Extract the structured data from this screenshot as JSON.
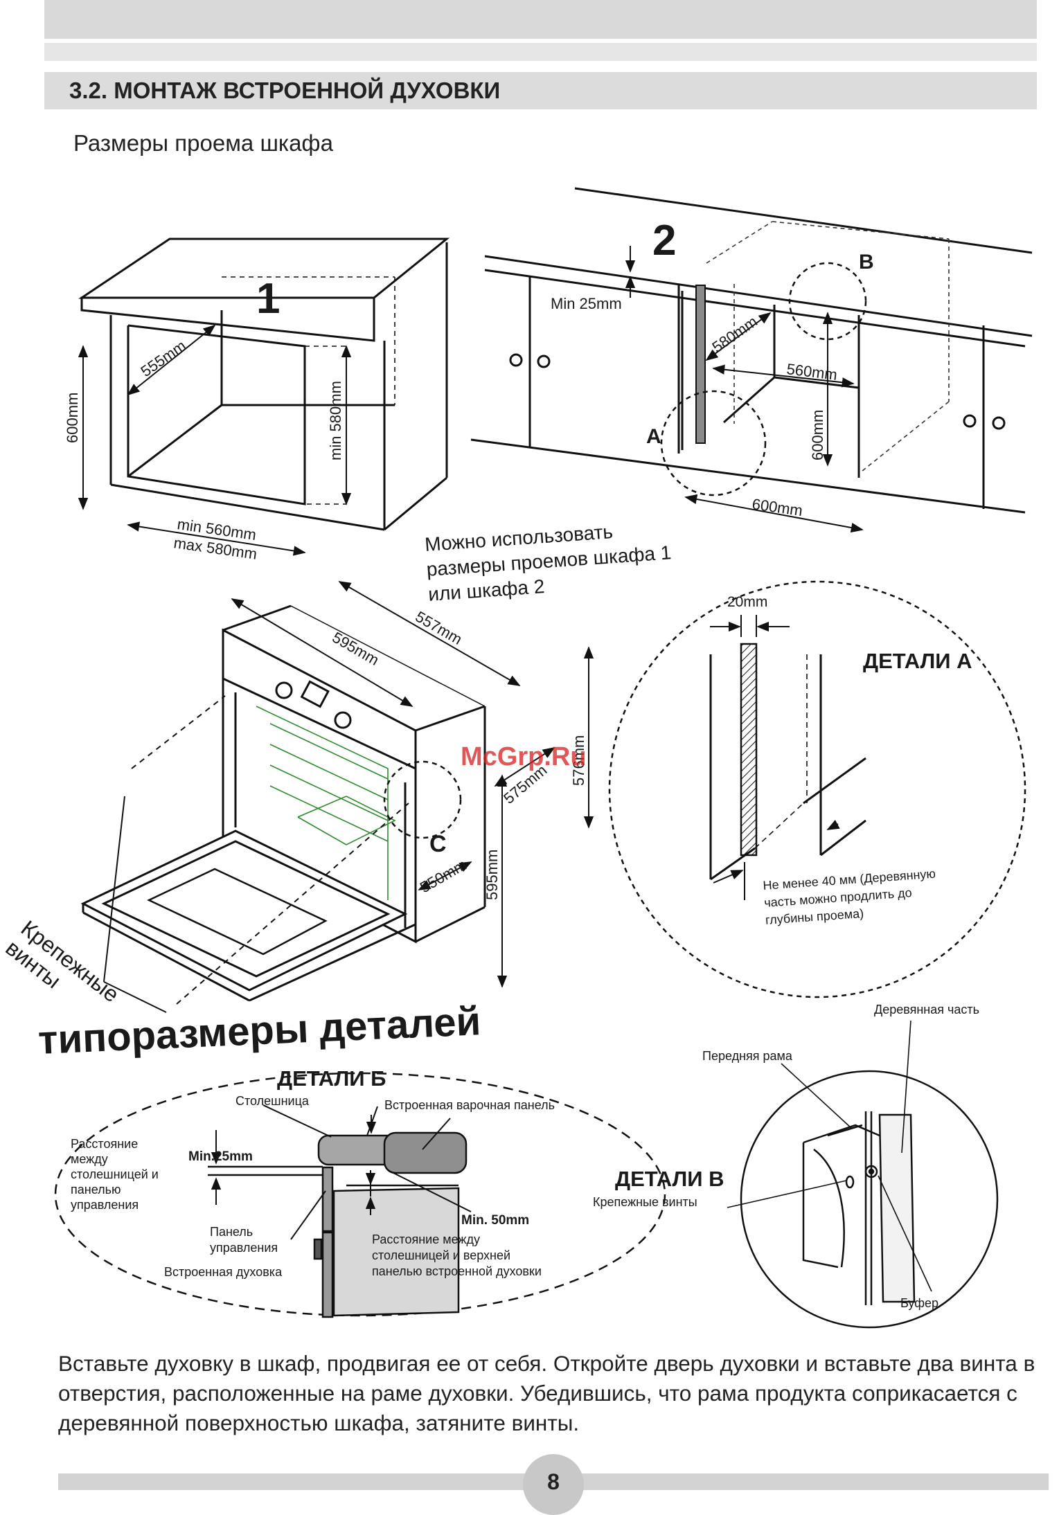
{
  "header": {
    "title": "3.2. МОНТАЖ ВСТРОЕННОЙ ДУХОВКИ"
  },
  "subtitle": "Размеры проема шкафа",
  "cabinet1": {
    "number": "1",
    "width_depth": "555mm",
    "height": "600mm",
    "min_height": "min 580mm",
    "min_width": "min 560mm",
    "max_width": "max 580mm"
  },
  "cabinet2": {
    "number": "2",
    "min_gap": "Min 25mm",
    "depth": "580mm",
    "width_inner": "560mm",
    "height": "600mm",
    "width_front": "600mm",
    "label_a": "A",
    "label_b": "B"
  },
  "note_cabinets": [
    "Можно использовать",
    "размеры проемов шкафа 1",
    "или шкафа 2"
  ],
  "oven": {
    "depth": "557mm",
    "width": "595mm",
    "side_575": "575mm",
    "side_576": "576mm",
    "front_height": "595mm",
    "door_depth": "550mm",
    "label_c": "C",
    "screws_label": [
      "Крепежные",
      "винты"
    ]
  },
  "detail_a": {
    "title": "ДЕТАЛИ А",
    "gap": "20mm",
    "note": [
      "Не менее 40 мм (Деревянную",
      "часть можно продлить до",
      "глубины проема)"
    ]
  },
  "watermark": "McGrp.Ru",
  "big_heading": "типоразмеры деталей",
  "detail_b": {
    "title": "ДЕТАЛИ Б",
    "countertop": "Столешница",
    "hob": "Встроенная варочная панель",
    "distance_label": [
      "Расстояние",
      "между",
      "столешницей и",
      "панелью",
      "управления"
    ],
    "min25": "Min.25mm",
    "min50": "Min. 50mm",
    "panel": [
      "Панель",
      "управления"
    ],
    "oven": "Встроенная духовка",
    "distance_top": [
      "Расстояние между",
      "столешницей и верхней",
      "панелью встроенной духовки"
    ]
  },
  "detail_v": {
    "title": "ДЕТАЛИ В",
    "wood": "Деревянная часть",
    "frame": "Передняя рама",
    "screws": "Крепежные винты",
    "buffer": "Буфер"
  },
  "body_text": "Вставьте духовку в шкаф, продвигая ее от себя. Откройте дверь духовки и вставьте два винта в отверстия, расположенные на раме духовки. Убедившись, что рама продукта соприкасается с деревянной поверхностью шкафа, затяните винты.",
  "page_number": "8"
}
